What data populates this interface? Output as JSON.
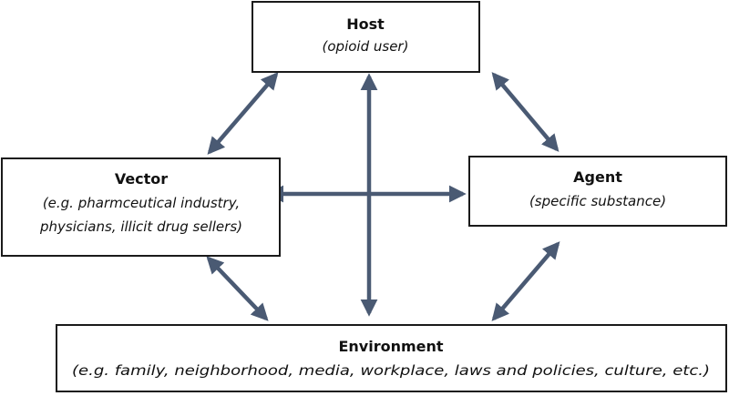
{
  "diagram": {
    "colors": {
      "arrow": "#4a5a73",
      "box_border": "#1a1a1a"
    },
    "nodes": {
      "host": {
        "title": "Host",
        "subtitle": "(opioid user)"
      },
      "vector": {
        "title": "Vector",
        "subtitle_line1": "(e.g. pharmceutical industry,",
        "subtitle_line2": "physicians, illicit drug sellers)"
      },
      "agent": {
        "title": "Agent",
        "subtitle": "(specific substance)"
      },
      "environment": {
        "title": "Environment",
        "subtitle": "(e.g. family, neighborhood, media, workplace, laws and policies, culture, etc.)"
      }
    },
    "edges": [
      {
        "from": "host",
        "to": "vector",
        "direction": "both"
      },
      {
        "from": "host",
        "to": "agent",
        "direction": "both"
      },
      {
        "from": "host",
        "to": "environment",
        "direction": "both"
      },
      {
        "from": "vector",
        "to": "agent",
        "direction": "both"
      },
      {
        "from": "vector",
        "to": "environment",
        "direction": "both"
      },
      {
        "from": "agent",
        "to": "environment",
        "direction": "both"
      }
    ]
  }
}
